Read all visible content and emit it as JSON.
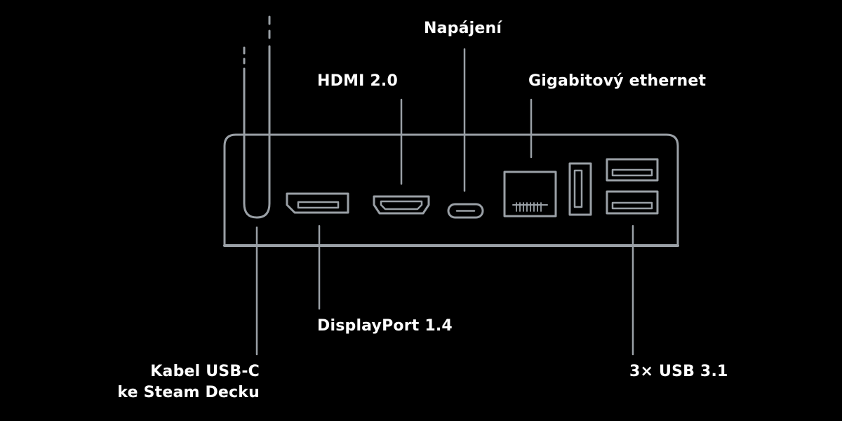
{
  "labels": {
    "power": "Napájení",
    "hdmi": "HDMI 2.0",
    "ethernet": "Gigabitový ethernet",
    "displayport": "DisplayPort 1.4",
    "cable_line1": "Kabel USB-C",
    "cable_line2": "ke Steam Decku",
    "usb": "3× USB 3.1"
  },
  "colors": {
    "background": "#000000",
    "outline": "#9aa0a6",
    "text": "#ffffff"
  }
}
